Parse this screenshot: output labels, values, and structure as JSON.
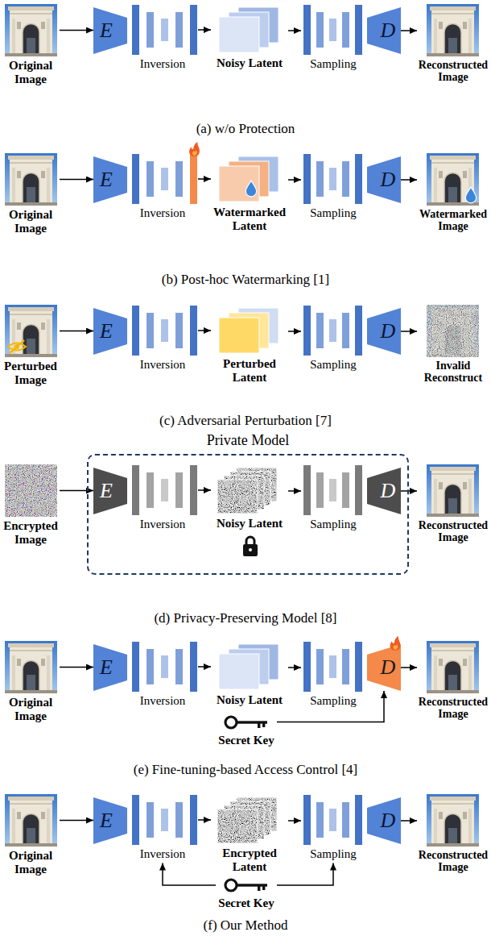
{
  "diagram": {
    "nodes": [
      {
        "text": [
          "Original Image"
        ]
      },
      {
        "text": [
          "E"
        ]
      },
      {
        "text": [
          "Inversion"
        ]
      },
      {
        "text": [
          "Noisy Latent"
        ]
      },
      {
        "text": [
          "Sampling"
        ]
      },
      {
        "text": [
          "D"
        ]
      },
      {
        "text": [
          "Reconstructed Image"
        ]
      },
      {
        "text": [
          "Original Image"
        ]
      },
      {
        "text": [
          "E"
        ]
      },
      {
        "text": [
          "Inversion"
        ]
      },
      {
        "text": [
          "Watermarked Latent"
        ]
      },
      {
        "text": [
          "Sampling"
        ]
      },
      {
        "text": [
          "D"
        ]
      },
      {
        "text": [
          "Watermarked Image"
        ]
      },
      {
        "text": [
          "Perturbed Image"
        ]
      },
      {
        "text": [
          "E"
        ]
      },
      {
        "text": [
          "Inversion"
        ]
      },
      {
        "text": [
          "Perturbed Latent"
        ]
      },
      {
        "text": [
          "Sampling"
        ]
      },
      {
        "text": [
          "D"
        ]
      },
      {
        "text": [
          "Invalid Reconstruct"
        ]
      },
      {
        "text": [
          "Private Model"
        ]
      },
      {
        "text": [
          "Encrypted Image"
        ]
      },
      {
        "text": [
          "E"
        ],
        "in": 21
      },
      {
        "text": [
          "Inversion"
        ],
        "in": 21
      },
      {
        "text": [
          "Noisy Latent"
        ],
        "in": 21
      },
      {
        "text": [
          "Sampling"
        ],
        "in": 21
      },
      {
        "text": [
          "D"
        ],
        "in": 21
      },
      {
        "text": [
          "Reconstructed Image"
        ]
      },
      {
        "text": [
          "Original Image"
        ]
      },
      {
        "text": [
          "E"
        ]
      },
      {
        "text": [
          "Inversion"
        ]
      },
      {
        "text": [
          "Noisy Latent"
        ]
      },
      {
        "text": [
          "Sampling"
        ]
      },
      {
        "text": [
          "D"
        ]
      },
      {
        "text": [
          "Reconstructed Image"
        ]
      },
      {
        "text": [
          "Secret Key"
        ]
      },
      {
        "text": [
          "Original Image"
        ]
      },
      {
        "text": [
          "E"
        ]
      },
      {
        "text": [
          "Inversion"
        ]
      },
      {
        "text": [
          "Encrypted Latent"
        ]
      },
      {
        "text": [
          "Sampling"
        ]
      },
      {
        "text": [
          "D"
        ]
      },
      {
        "text": [
          "Reconstructed Image"
        ]
      },
      {
        "text": [
          "Secret Key"
        ]
      }
    ],
    "edges": [
      {
        "from": 0,
        "to": 1,
        "arrow": "to"
      },
      {
        "from": 2,
        "to": 3,
        "arrow": "to"
      },
      {
        "from": 3,
        "to": 4,
        "arrow": "to"
      },
      {
        "from": 5,
        "to": 6,
        "arrow": "to"
      },
      {
        "from": 7,
        "to": 8,
        "arrow": "to"
      },
      {
        "from": 9,
        "to": 10,
        "arrow": "to"
      },
      {
        "from": 10,
        "to": 11,
        "arrow": "to"
      },
      {
        "from": 12,
        "to": 13,
        "arrow": "to"
      },
      {
        "from": 14,
        "to": 15,
        "arrow": "to"
      },
      {
        "from": 16,
        "to": 17,
        "arrow": "to"
      },
      {
        "from": 17,
        "to": 18,
        "arrow": "to"
      },
      {
        "from": 19,
        "to": 20,
        "arrow": "to"
      },
      {
        "from": 22,
        "to": 23,
        "arrow": "to"
      },
      {
        "from": 24,
        "to": 25,
        "arrow": "to"
      },
      {
        "from": 25,
        "to": 26,
        "arrow": "to"
      },
      {
        "from": 27,
        "to": 28,
        "arrow": "to"
      },
      {
        "from": 29,
        "to": 30,
        "arrow": "to"
      },
      {
        "from": 31,
        "to": 32,
        "arrow": "to"
      },
      {
        "from": 32,
        "to": 33,
        "arrow": "to"
      },
      {
        "from": 34,
        "to": 35,
        "arrow": "to"
      },
      {
        "from": 36,
        "to": 34,
        "arrow": "to"
      },
      {
        "from": 37,
        "to": 38,
        "arrow": "to"
      },
      {
        "from": 39,
        "to": 40,
        "arrow": "to"
      },
      {
        "from": 40,
        "to": 41,
        "arrow": "to"
      },
      {
        "from": 42,
        "to": 43,
        "arrow": "to"
      },
      {
        "from": 44,
        "to": 39,
        "arrow": "to"
      },
      {
        "from": 44,
        "to": 41,
        "arrow": "to"
      }
    ],
    "labels": [
      "(a) w/o Protection",
      "(b) Post-hoc Watermarking [1]",
      "(c) Adversarial Perturbation [7]",
      "(d) Privacy-Preserving Model [8]",
      "(e) Fine-tuning-based Access Control [4]",
      "(f) Our Method"
    ]
  }
}
